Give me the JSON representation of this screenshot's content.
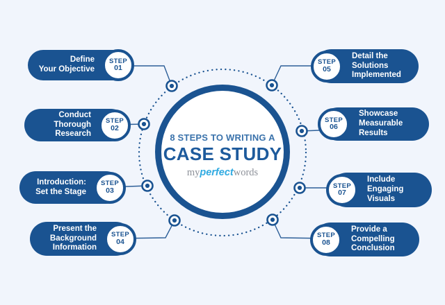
{
  "background_color": "#f1f5fc",
  "accent_color": "#1a5391",
  "center": {
    "subtitle": "8 STEPS TO WRITING A",
    "title": "CASE STUDY",
    "logo": {
      "my": "my",
      "perfect": "perfect",
      "words": "words"
    }
  },
  "steps": [
    {
      "step_word": "STEP",
      "number": "01",
      "title": "Define\nYour Objective",
      "side": "left"
    },
    {
      "step_word": "STEP",
      "number": "02",
      "title": "Conduct\nThorough\nResearch",
      "side": "left"
    },
    {
      "step_word": "STEP",
      "number": "03",
      "title": "Introduction:\nSet the Stage",
      "side": "left"
    },
    {
      "step_word": "STEP",
      "number": "04",
      "title": "Present the\nBackground\nInformation",
      "side": "left"
    },
    {
      "step_word": "STEP",
      "number": "05",
      "title": "Detail the\nSolutions\nImplemented",
      "side": "right"
    },
    {
      "step_word": "STEP",
      "number": "06",
      "title": "Showcase\nMeasurable\nResults",
      "side": "right"
    },
    {
      "step_word": "STEP",
      "number": "07",
      "title": "Include\nEngaging\nVisuals",
      "side": "right"
    },
    {
      "step_word": "STEP",
      "number": "08",
      "title": "Provide a\nCompelling\nConclusion",
      "side": "right"
    }
  ]
}
